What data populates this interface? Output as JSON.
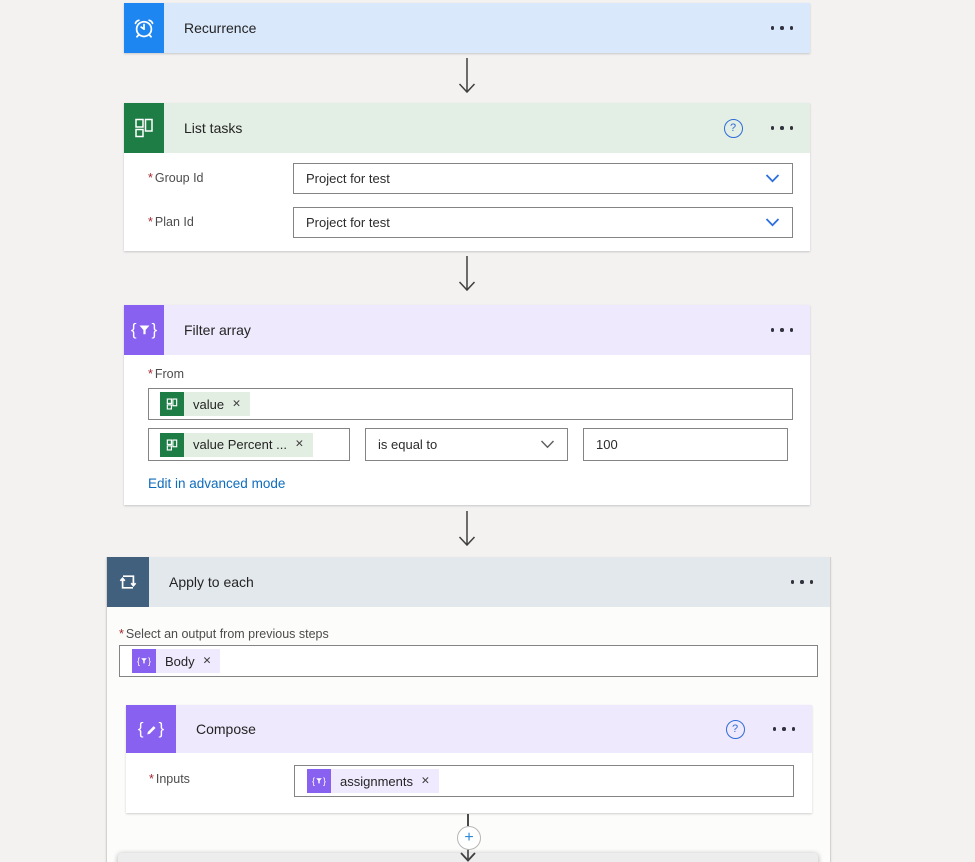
{
  "ui": {
    "required_marker": "*",
    "close_glyph": "✕",
    "plus_glyph": "+",
    "help_glyph": "?",
    "brace_open": "{",
    "brace_close": "}"
  },
  "colors": {
    "recurrence_icon": "#1e86f0",
    "recurrence_header": "#d9e8fa",
    "planner_icon": "#1e7c45",
    "planner_header": "#e3eee5",
    "data_operation_icon": "#8961f0",
    "data_operation_header": "#eee9fc",
    "control_icon": "#41607e",
    "control_header": "#e3e8ed",
    "token_green_bg": "#e3eee3",
    "token_purple_bg": "#efeafd",
    "link": "#0f6cbd"
  },
  "cards": {
    "recurrence": {
      "title": "Recurrence"
    },
    "list_tasks": {
      "title": "List tasks",
      "fields": [
        {
          "label": "Group Id",
          "value": "Project for test"
        },
        {
          "label": "Plan Id",
          "value": "Project for test"
        }
      ]
    },
    "filter_array": {
      "title": "Filter array",
      "from_label": "From",
      "from_token": "value",
      "condition_token": "value Percent ...",
      "operator": "is equal to",
      "value": "100",
      "advanced_link": "Edit in advanced mode"
    },
    "apply_to_each": {
      "title": "Apply to each",
      "select_label": "Select an output from previous steps",
      "token": "Body"
    },
    "compose": {
      "title": "Compose",
      "inputs_label": "Inputs",
      "token": "assignments"
    }
  }
}
